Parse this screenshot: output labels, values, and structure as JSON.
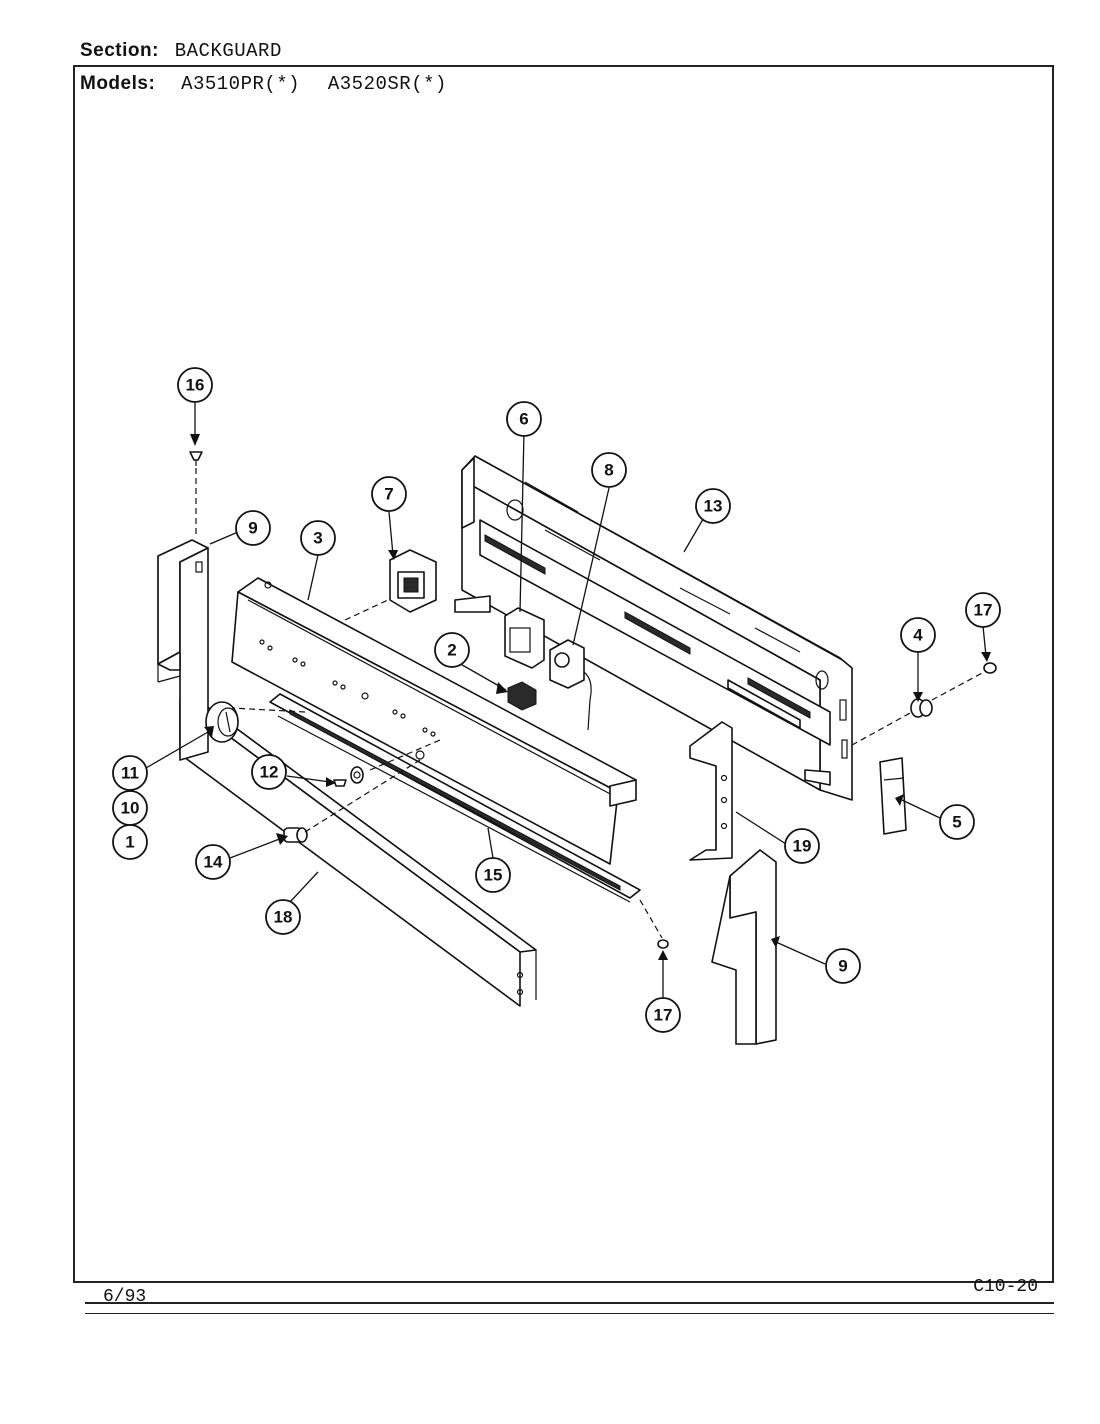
{
  "header": {
    "section_label": "Section:",
    "section_value": "BACKGUARD",
    "models_label": "Models:",
    "model_1": "A3510PR(*)",
    "model_2": "A3520SR(*)"
  },
  "footer": {
    "date": "6/93",
    "code": "C10-20"
  },
  "callouts": {
    "c16": "16",
    "c9a": "9",
    "c3": "3",
    "c7": "7",
    "c6": "6",
    "c8": "8",
    "c13": "13",
    "c2": "2",
    "c4": "4",
    "c17a": "17",
    "c5": "5",
    "c11": "11",
    "c10": "10",
    "c1": "1",
    "c12": "12",
    "c14": "14",
    "c15": "15",
    "c18": "18",
    "c19": "19",
    "c9b": "9",
    "c17b": "17"
  }
}
